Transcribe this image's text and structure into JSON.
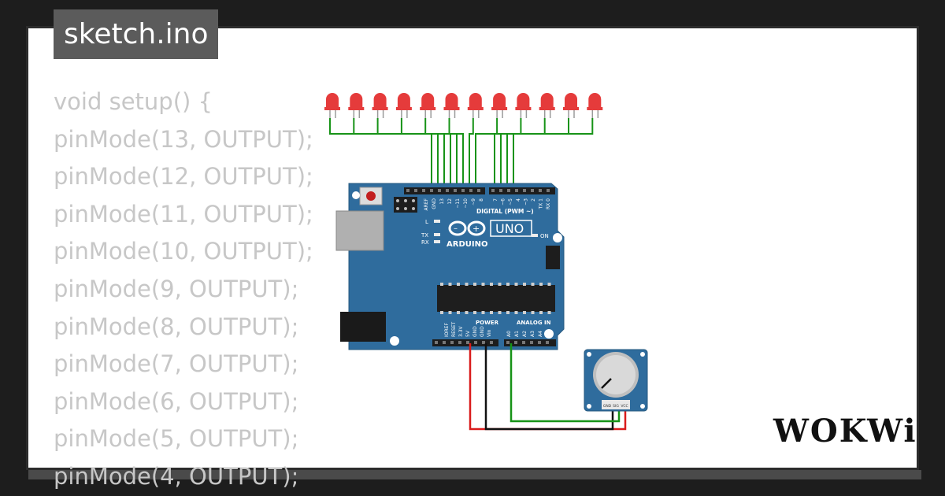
{
  "tab": {
    "filename": "sketch.ino"
  },
  "code_lines": [
    "void setup() {",
    "pinMode(13, OUTPUT);",
    "pinMode(12, OUTPUT);",
    "pinMode(11, OUTPUT);",
    "pinMode(10, OUTPUT);",
    "pinMode(9, OUTPUT);",
    "pinMode(8, OUTPUT);",
    "pinMode(7, OUTPUT);",
    "pinMode(6, OUTPUT);",
    "pinMode(5, OUTPUT);",
    "pinMode(4, OUTPUT);"
  ],
  "board": {
    "brand": "ARDUINO",
    "model": "UNO",
    "digital_header_label": "DIGITAL (PWM ~)",
    "power_label": "POWER",
    "analog_label": "ANALOG IN",
    "led_l": "L",
    "led_tx": "TX",
    "led_rx": "RX",
    "led_on": "ON",
    "digital_pins": [
      "AREF",
      "GND",
      "13",
      "12",
      "~11",
      "~10",
      "~9",
      "8",
      "7",
      "~6",
      "~5",
      "4",
      "~3",
      "2",
      "TX 1",
      "RX 0"
    ],
    "power_pins": [
      "IOREF",
      "RESET",
      "3.3V",
      "5V",
      "GND",
      "GND",
      "Vin"
    ],
    "analog_pins": [
      "A0",
      "A1",
      "A2",
      "A3",
      "A4",
      "A5"
    ]
  },
  "potentiometer": {
    "pin_labels": [
      "GND",
      "SIG",
      "VCC"
    ]
  },
  "led_count": 12,
  "logo_text": "WOKWi",
  "colors": {
    "led": "#e53b3b",
    "wire_green": "#179317",
    "wire_red": "#d91b1b",
    "wire_black": "#111111",
    "board_blue": "#2f6c9d",
    "code_text": "#c7c7c7"
  }
}
